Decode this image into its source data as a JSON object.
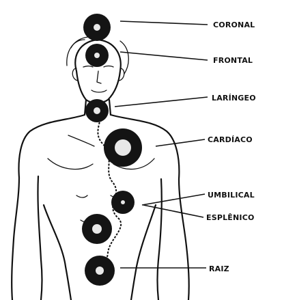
{
  "chakras": [
    {
      "key": "coronal",
      "label": "CORONAL"
    },
    {
      "key": "frontal",
      "label": "FRONTAL"
    },
    {
      "key": "laringeo",
      "label": "LARÍNGEO"
    },
    {
      "key": "cardiaco",
      "label": "CARDÍACO"
    },
    {
      "key": "umbilical",
      "label": "UMBILICAL"
    },
    {
      "key": "esplenico",
      "label": "ESPLÊNICO"
    },
    {
      "key": "raiz",
      "label": "RAIZ"
    }
  ]
}
